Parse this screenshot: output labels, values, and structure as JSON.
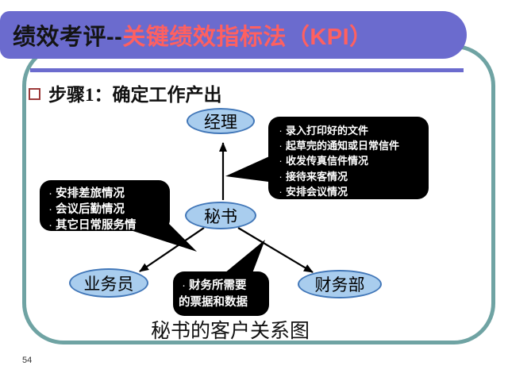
{
  "header": {
    "title_prefix": "绩效考评--",
    "title_highlight": "关键绩效指标法（KPI）"
  },
  "content": {
    "step_heading": "步骤1：确定工作产出",
    "caption": "秘书的客户关系图",
    "page_number": "54"
  },
  "diagram": {
    "bullet_char": "·",
    "nodes": {
      "manager": "经理",
      "secretary": "秘书",
      "salesman": "业务员",
      "finance": "财务部"
    },
    "callouts": {
      "right": {
        "items": [
          "录入打印好的文件",
          "起草完的通知或日常信件",
          "收发传真信件情况",
          "接待来客情况",
          "安排会议情况"
        ]
      },
      "left": {
        "items": [
          "安排差旅情况",
          "会议后勤情况",
          "其它日常服务情"
        ]
      },
      "bottom": {
        "lines": [
          "财务所需要",
          "的票据和数据"
        ]
      }
    }
  },
  "colors": {
    "title-bar": "#6b6bce",
    "title-highlight": "#ff6060",
    "border-teal": "#6fa3a3",
    "bullet-maroon": "#9c3a3a",
    "node-fill": "#a9cdee",
    "node-border": "#4277b8",
    "callout-bg": "#000000",
    "callout-text": "#ffffff"
  }
}
